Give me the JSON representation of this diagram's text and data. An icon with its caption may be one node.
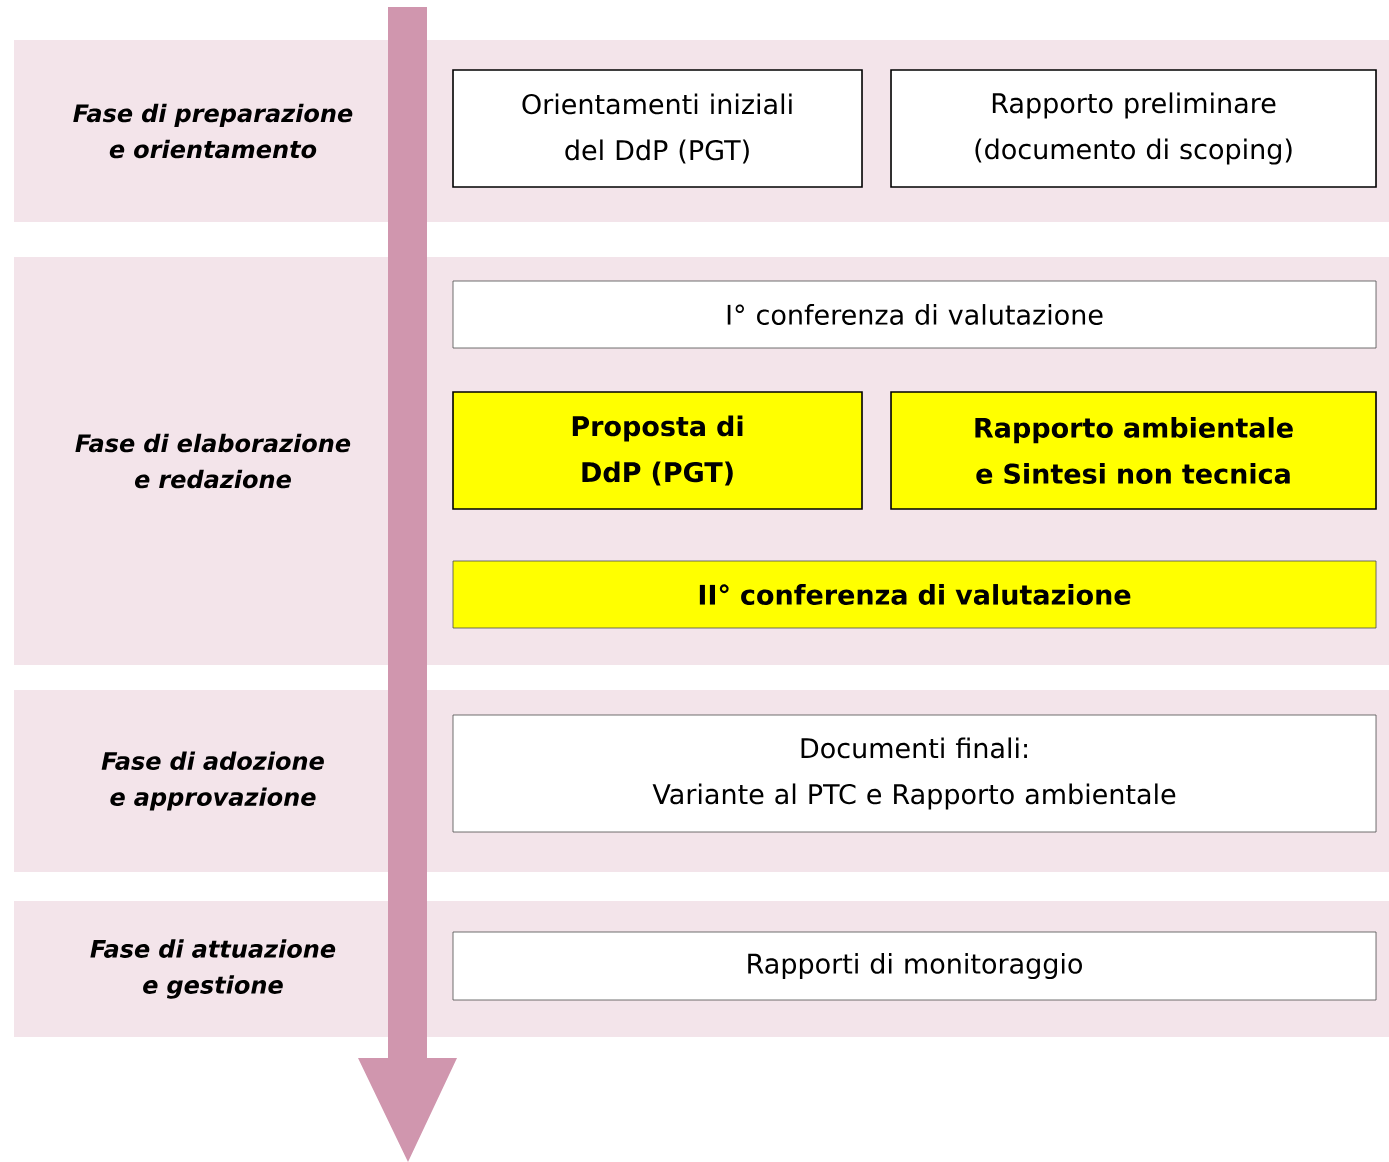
{
  "diagram": {
    "nodes": [
      {
        "text": [
          "Fase di preparazione e orientamento"
        ]
      },
      {
        "text": [
          "Orientamenti iniziali del DdP (PGT)"
        ],
        "in": 0
      },
      {
        "text": [
          "Rapporto preliminare (documento di scoping)"
        ],
        "in": 0
      },
      {
        "text": [
          "Fase di elaborazione e redazione"
        ]
      },
      {
        "text": [
          "I° conferenza di valutazione"
        ],
        "in": 3
      },
      {
        "text": [
          "Proposta di DdP (PGT)"
        ],
        "in": 3
      },
      {
        "text": [
          "Rapporto ambientale e Sintesi non tecnica"
        ],
        "in": 3
      },
      {
        "text": [
          "II° conferenza di valutazione"
        ],
        "in": 3
      },
      {
        "text": [
          "Fase di adozione e approvazione"
        ]
      },
      {
        "text": [
          "Documenti finali:",
          "Variante al PTC e Rapporto ambientale"
        ],
        "in": 8
      },
      {
        "text": [
          "Fase di attuazione e gestione"
        ]
      },
      {
        "text": [
          "Rapporti di monitoraggio"
        ],
        "in": 10
      }
    ]
  }
}
